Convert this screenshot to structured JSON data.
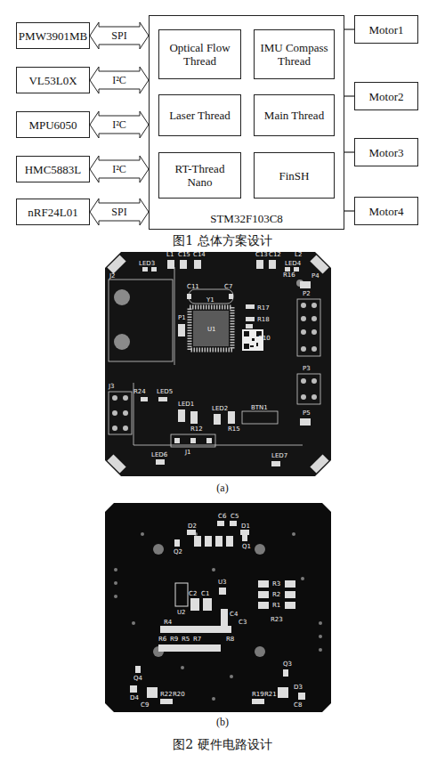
{
  "diagram": {
    "nodes": [
      {
        "text": [
          "PMW3901MB"
        ]
      },
      {
        "text": [
          "VL53L0X"
        ]
      },
      {
        "text": [
          "MPU6050"
        ]
      },
      {
        "text": [
          "HMC5883L"
        ]
      },
      {
        "text": [
          "nRF24L01"
        ]
      },
      {
        "text": [
          "STM32F103C8"
        ]
      },
      {
        "text": [
          "Optical Flow Thread"
        ],
        "in": 5
      },
      {
        "text": [
          "IMU Compass Thread"
        ],
        "in": 5
      },
      {
        "text": [
          "Laser Thread"
        ],
        "in": 5
      },
      {
        "text": [
          "Main Thread"
        ],
        "in": 5
      },
      {
        "text": [
          "RT-Thread Nano"
        ],
        "in": 5
      },
      {
        "text": [
          "FinSH"
        ],
        "in": 5
      },
      {
        "text": [
          "Motor1"
        ]
      },
      {
        "text": [
          "Motor2"
        ]
      },
      {
        "text": [
          "Motor3"
        ]
      },
      {
        "text": [
          "Motor4"
        ]
      }
    ],
    "edges": [
      {
        "from": 0,
        "to": 5,
        "arrow": "both",
        "label": "SPI"
      },
      {
        "from": 1,
        "to": 5,
        "arrow": "both",
        "label": "I²C"
      },
      {
        "from": 2,
        "to": 5,
        "arrow": "both",
        "label": "I²C"
      },
      {
        "from": 3,
        "to": 5,
        "arrow": "both",
        "label": "I²C"
      },
      {
        "from": 4,
        "to": 5,
        "arrow": "both",
        "label": "SPI"
      },
      {
        "from": 5,
        "to": 12,
        "arrow": "none"
      },
      {
        "from": 5,
        "to": 13,
        "arrow": "none"
      },
      {
        "from": 5,
        "to": 14,
        "arrow": "none"
      },
      {
        "from": 5,
        "to": 15,
        "arrow": "none"
      }
    ],
    "labels": [
      "图1 总体方案设计",
      "LED3",
      "L1",
      "C15",
      "C14",
      "C13",
      "C12",
      "L2",
      "LED4",
      "R16",
      "P4",
      "J2",
      "C11",
      "C7",
      "Y1",
      "P1",
      "R17",
      "R18",
      "C10",
      "U1",
      "P2",
      "J3",
      "R24",
      "LED5",
      "LED1",
      "LED2",
      "R12",
      "R15",
      "BTN1",
      "P3",
      "J1",
      "P5",
      "LED6",
      "LED7",
      "(a)",
      "C6",
      "C5",
      "D2",
      "D1",
      "Q2",
      "Q1",
      "C2",
      "C1",
      "U2",
      "U3",
      "C4",
      "R3",
      "R2",
      "R1",
      "R23",
      "R4",
      "C3",
      "R6",
      "R9",
      "R5",
      "R7",
      "R8",
      "Q4",
      "D4",
      "C9",
      "R22",
      "R20",
      "R19",
      "R21",
      "Q3",
      "D3",
      "C8",
      "(b)",
      "图2 硬件电路设计"
    ]
  }
}
